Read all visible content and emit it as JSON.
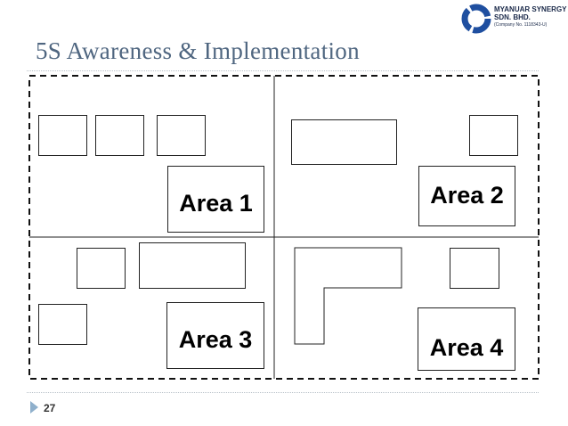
{
  "slide": {
    "title": "5S Awareness & Implementation",
    "page_number": "27"
  },
  "logo": {
    "line1": "MYANUAR SYNERGY",
    "line2": "SDN. BHD.",
    "line3": "(Company No. 1118343-U)",
    "color": "#1f4fa0"
  },
  "areas": [
    {
      "label": "Area 1"
    },
    {
      "label": "Area 2"
    },
    {
      "label": "Area 3"
    },
    {
      "label": "Area 4"
    }
  ]
}
